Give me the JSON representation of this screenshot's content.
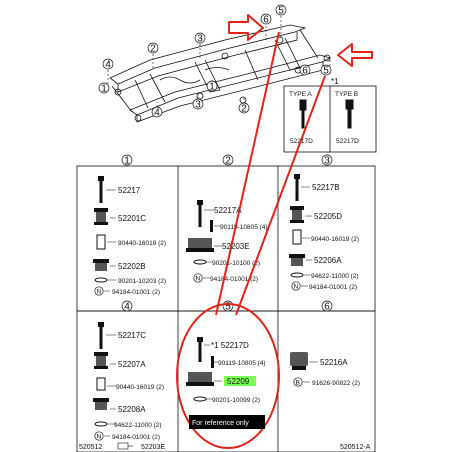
{
  "frame": {
    "callouts": [
      "6",
      "5",
      "3",
      "2",
      "4",
      "1",
      "6",
      "5",
      "1",
      "3",
      "2",
      "4"
    ],
    "type_box_star": "*1"
  },
  "type_a": {
    "label": "TYPE A",
    "part": "52217D"
  },
  "type_b": {
    "label": "TYPE B",
    "part": "52217D"
  },
  "cells": [
    {
      "num": "1",
      "parts": [
        "52217",
        "52201C",
        "90440-16018 (2)",
        "52202B",
        "90201-10203 (2)",
        "94184-01001 (2)"
      ]
    },
    {
      "num": "2",
      "parts": [
        "52217A",
        "90119-10805 (4)",
        "52203E",
        "90201-10100 (2)",
        "94184-01001 (2)"
      ]
    },
    {
      "num": "3",
      "parts": [
        "52217B",
        "52205D",
        "90440-16019 (2)",
        "52206A",
        "94622-11000 (2)",
        "94184-01001 (2)"
      ]
    },
    {
      "num": "4",
      "parts": [
        "52217C",
        "52207A",
        "90440-16019 (2)",
        "52208A",
        "94622-11000 (2)",
        "94184-01001 (2)"
      ]
    },
    {
      "num": "5",
      "parts": [
        "*1 52217D",
        "90119-10805 (4)",
        "52209",
        "90201-10099 (2)"
      ]
    },
    {
      "num": "6",
      "parts": [
        "52216A",
        "91626-90822 (2)"
      ]
    }
  ],
  "circled_letters": {
    "n": "N",
    "b": "B"
  },
  "highlight_part": "52209",
  "caption": "For reference only",
  "footer": {
    "left": "520512",
    "mid": "52203E",
    "right": "520512-A"
  },
  "colors": {
    "arrow_red": "#e2231a",
    "highlight": "#7dff5a",
    "caption_bg": "#000000",
    "line": "#111111"
  }
}
